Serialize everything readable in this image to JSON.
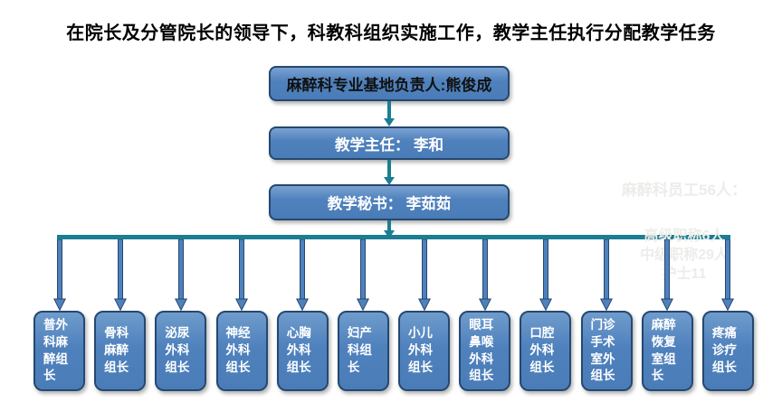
{
  "title": "在院长及分管院长的领导下，科教科组织实施工作，教学主任执行分配教学任务",
  "chain": [
    {
      "label": "麻醉科专业基地负责人:熊俊成"
    },
    {
      "label": "教学主任： 李和"
    },
    {
      "label": "教学秘书： 李茹茹"
    }
  ],
  "groups": [
    "普外科麻醉组长",
    "骨科麻醉组长",
    "泌尿外科组长",
    "神经外科组长",
    "心胸外科组长",
    "妇产科组长",
    "小儿外科组长",
    "眼耳鼻喉外科组长",
    "口腔外科组长",
    "门诊手术室外组长",
    "麻醉恢复室组长",
    "疼痛诊疗组长"
  ],
  "watermark": {
    "line1": "麻醉科员工56人：",
    "line2": "高级职称6人",
    "line3": "中级职称29人",
    "line4": "护士11"
  },
  "colors": {
    "box_fill": "#4f81bd",
    "box_border": "#25486f",
    "connector": "#1b7e92",
    "leader_box_text": "#111111",
    "box_text": "#ffffff",
    "watermark_text": "#ececea"
  }
}
